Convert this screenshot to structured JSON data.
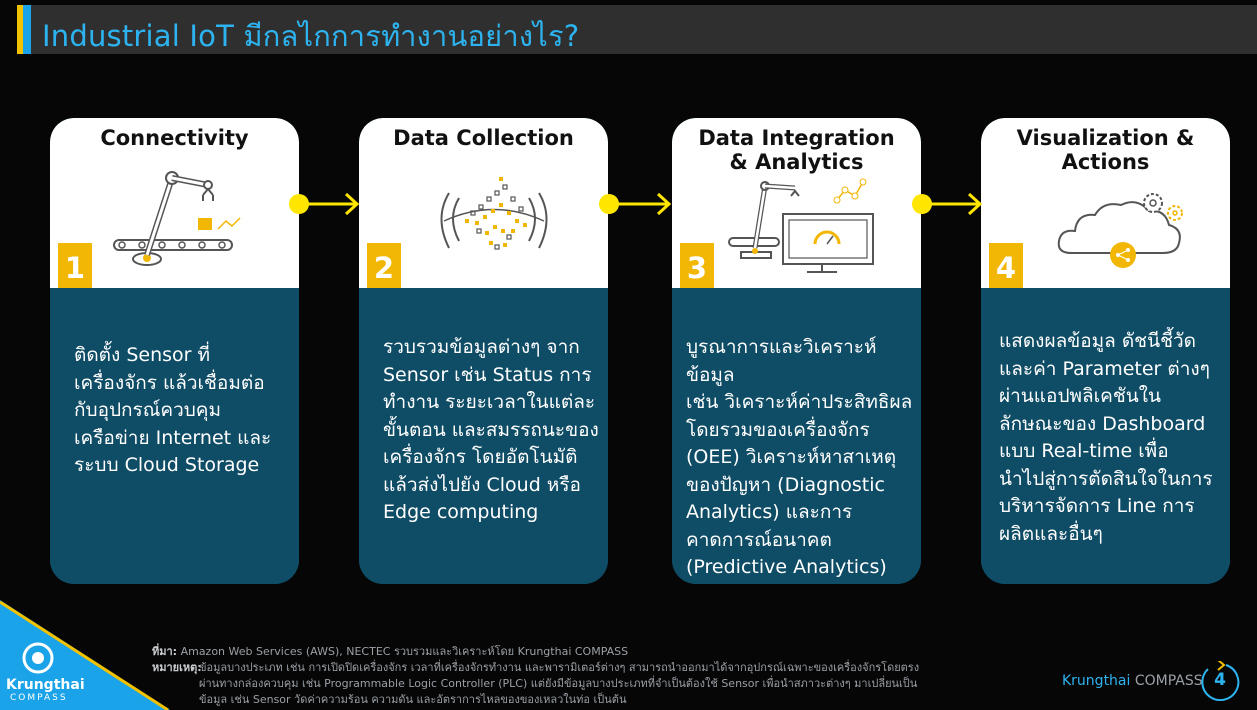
{
  "header": {
    "title": "Industrial IoT มีกลไกการทำงานอย่างไร?",
    "accent_color": "#f2c200",
    "title_color": "#2db4f0"
  },
  "steps": [
    {
      "number": "1",
      "title": "Connectivity",
      "icon": "robot-arm-conveyor-icon",
      "description": "ติดตั้ง Sensor ที่\nเครื่องจักร แล้วเชื่อมต่อ\nกับอุปกรณ์ควบคุม\nเครือข่าย Internet และ\nระบบ Cloud Storage"
    },
    {
      "number": "2",
      "title": "Data Collection",
      "icon": "data-points-globe-icon",
      "description": "รวบรวมข้อมูลต่างๆ จาก\nSensor เช่น Status การ\nทำงาน ระยะเวลาในแต่ละ\nขั้นตอน และสมรรถนะของ\nเครื่องจักร โดยอัตโนมัติ\nแล้วส่งไปยัง Cloud หรือ\nEdge computing"
    },
    {
      "number": "3",
      "title": "Data Integration\n& Analytics",
      "icon": "robot-monitor-analytics-icon",
      "description": "บูรณาการและวิเคราะห์ข้อมูล\nเช่น วิเคราะห์ค่าประสิทธิผล\nโดยรวมของเครื่องจักร\n(OEE) วิเคราะห์หาสาเหตุ\nของปัญหา (Diagnostic\nAnalytics) และการ\nคาดการณ์อนาคต\n(Predictive Analytics)"
    },
    {
      "number": "4",
      "title": "Visualization &\nActions",
      "icon": "cloud-gears-share-icon",
      "description": "แสดงผลข้อมูล ดัชนีชี้วัด\nและค่า Parameter ต่างๆ\nผ่านแอปพลิเคชันใน\nลักษณะของ Dashboard\nแบบ Real-time เพื่อ\nนำไปสู่การตัดสินใจในการ\nบริหารจัดการ Line การ\nผลิตและอื่นๆ"
    }
  ],
  "footer": {
    "source_label": "ที่มา:",
    "source_text": " Amazon Web Services (AWS), NECTEC รวบรวมและวิเคราะห์โดย Krungthai COMPASS",
    "note_label": "หมายเหตุ:",
    "note_text": "ข้อมูลบางประเภท เช่น การเปิดปิดเครื่องจักร เวลาที่เครื่องจักรทำงาน และพารามิเตอร์ต่างๆ สามารถนำออกมาได้จากอุปกรณ์เฉพาะของเครื่องจักรโดยตรง\nผ่านทางกล่องควบคุม เช่น Programmable Logic Controller (PLC) แต่ยังมีข้อมูลบางประเภทที่จำเป็นต้องใช้ Sensor เพื่อนำสภาวะต่างๆ มาเปลี่ยนเป็น\nข้อมูล เช่น Sensor วัดค่าความร้อน ความดัน และอัตราการไหลของของเหลวในท่อ เป็นต้น"
  },
  "brand": {
    "name_part1": "Krungthai",
    "name_part2": " COMPASS",
    "page_number": "4",
    "logo_line1": "Krungthai",
    "logo_line2": "COMPASS"
  },
  "colors": {
    "card_body": "#0f4c66",
    "number_badge": "#f2b705",
    "connector": "#ffe600"
  }
}
